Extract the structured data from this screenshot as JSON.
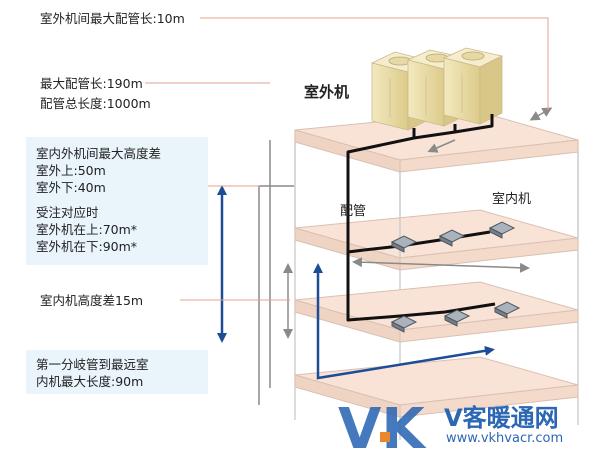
{
  "labels": {
    "max_pipe_between": "室外机间最大配管长:10m",
    "max_pipe_length": "最大配管长:190m",
    "total_pipe_length": "配管总长度:1000m",
    "outdoor_unit": "室外机",
    "indoor_unit": "室内机",
    "piping": "配管",
    "indoor_height_diff": "室内机高度差15m",
    "branch_line1": "第一分岐管到最远室",
    "branch_line2": "内机最大长度:90m"
  },
  "height_note": {
    "title": "室内外机间最大高度差",
    "upper": "室外上:50m",
    "lower": "室外下:40m",
    "note_title": "受注对应时",
    "note_upper": "室外机在上:70m*",
    "note_lower": "室外机在下:90m*"
  },
  "watermark": {
    "logo_letters": "VK",
    "name": "V客暖通网",
    "url": "www.vkhvacr.com"
  },
  "colors": {
    "floor_slab": "#f8e3d6",
    "frame": "#c6c6c6",
    "pipe": "#111111",
    "dim_arrow": "#1c4d96",
    "leader": "#e7a08c",
    "grey_arrow": "#8a8a8a",
    "note_box": "#eaf4fb",
    "outdoor_unit": "#efe3b0",
    "watermark_blue": "#2c67b4"
  }
}
